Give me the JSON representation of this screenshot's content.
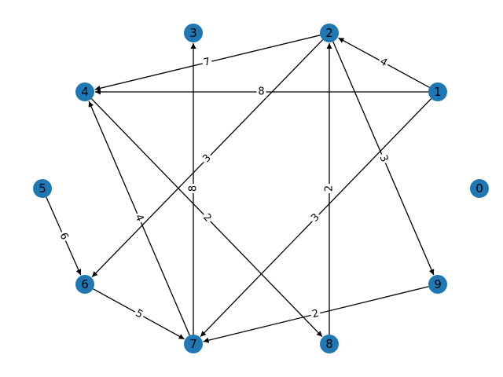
{
  "graph": {
    "directed": true,
    "colors": {
      "node": "#1f77b4",
      "edge": "#000000",
      "label_background": "#ffffff"
    },
    "nodes": [
      {
        "id": "0",
        "label": "0"
      },
      {
        "id": "1",
        "label": "1"
      },
      {
        "id": "2",
        "label": "2"
      },
      {
        "id": "3",
        "label": "3"
      },
      {
        "id": "4",
        "label": "4"
      },
      {
        "id": "5",
        "label": "5"
      },
      {
        "id": "6",
        "label": "6"
      },
      {
        "id": "7",
        "label": "7"
      },
      {
        "id": "8",
        "label": "8"
      },
      {
        "id": "9",
        "label": "9"
      }
    ],
    "edges": [
      {
        "source": "1",
        "target": "2",
        "weight": "4"
      },
      {
        "source": "1",
        "target": "4",
        "weight": "8"
      },
      {
        "source": "1",
        "target": "7",
        "weight": "3"
      },
      {
        "source": "2",
        "target": "4",
        "weight": "7"
      },
      {
        "source": "2",
        "target": "6",
        "weight": "3"
      },
      {
        "source": "2",
        "target": "9",
        "weight": "3"
      },
      {
        "source": "4",
        "target": "8",
        "weight": "2"
      },
      {
        "source": "5",
        "target": "6",
        "weight": "6"
      },
      {
        "source": "6",
        "target": "7",
        "weight": "5"
      },
      {
        "source": "7",
        "target": "3",
        "weight": "8"
      },
      {
        "source": "7",
        "target": "4",
        "weight": "4"
      },
      {
        "source": "8",
        "target": "2",
        "weight": "2"
      },
      {
        "source": "9",
        "target": "7",
        "weight": "2"
      }
    ]
  }
}
